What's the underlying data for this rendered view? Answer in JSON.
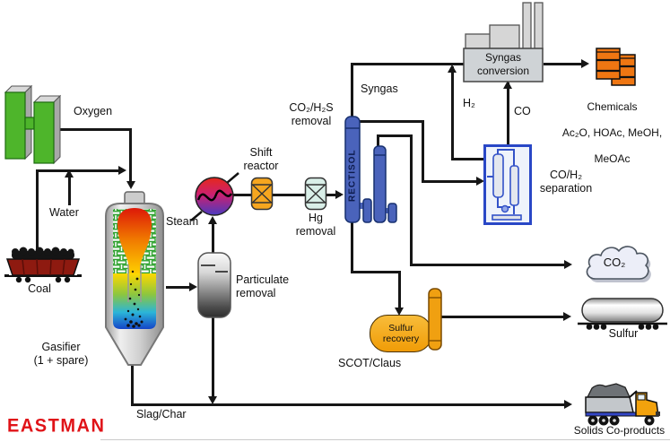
{
  "diagram": {
    "title_context": "Coal gasification chemicals-from-coal process flow",
    "company": "EASTMAN",
    "inputs": {
      "oxygen": "Oxygen",
      "water": "Water",
      "coal": "Coal"
    },
    "units": {
      "gasifier": "Gasifier\n(1 + spare)",
      "steam": "Steam",
      "shift_reactor": "Shift\nreactor",
      "particulate_removal": "Particulate\nremoval",
      "hg_removal": "Hg\nremoval",
      "co2_h2s_removal": "CO₂/H₂S\nremoval",
      "rectisol": "RECTISOL",
      "syngas_conversion": "Syngas\nconversion",
      "co_h2_separation": "CO/H₂\nseparation",
      "sulfur_recovery": "Sulfur\nrecovery",
      "scot_claus": "SCOT/Claus"
    },
    "streams": {
      "syngas": "Syngas",
      "h2": "H₂",
      "co": "CO",
      "co2": "CO₂",
      "slag_char": "Slag/Char"
    },
    "outputs": {
      "chemicals_title": "Chemicals",
      "chemicals_line2": "Ac₂O, HOAc, MeOH,",
      "chemicals_line3": "MeOAc",
      "sulfur": "Sulfur",
      "solids_coproducts": "Solids Co-products"
    },
    "colors": {
      "line": "#161616",
      "oxygen_green": "#4eb52b",
      "coal_red": "#8e1a10",
      "unit_orange": "#f6a61f",
      "hg_cyan": "#d9efe8",
      "rectisol_blue": "#4a63bb",
      "factory_gray": "#cfd3d6",
      "barrel_orange": "#ef7612",
      "coldbox_blue": "#2947c6",
      "sulfur_orange": "#f6a81c",
      "truck_yellow": "#f2a20d",
      "eastman_red": "#e01318"
    }
  }
}
